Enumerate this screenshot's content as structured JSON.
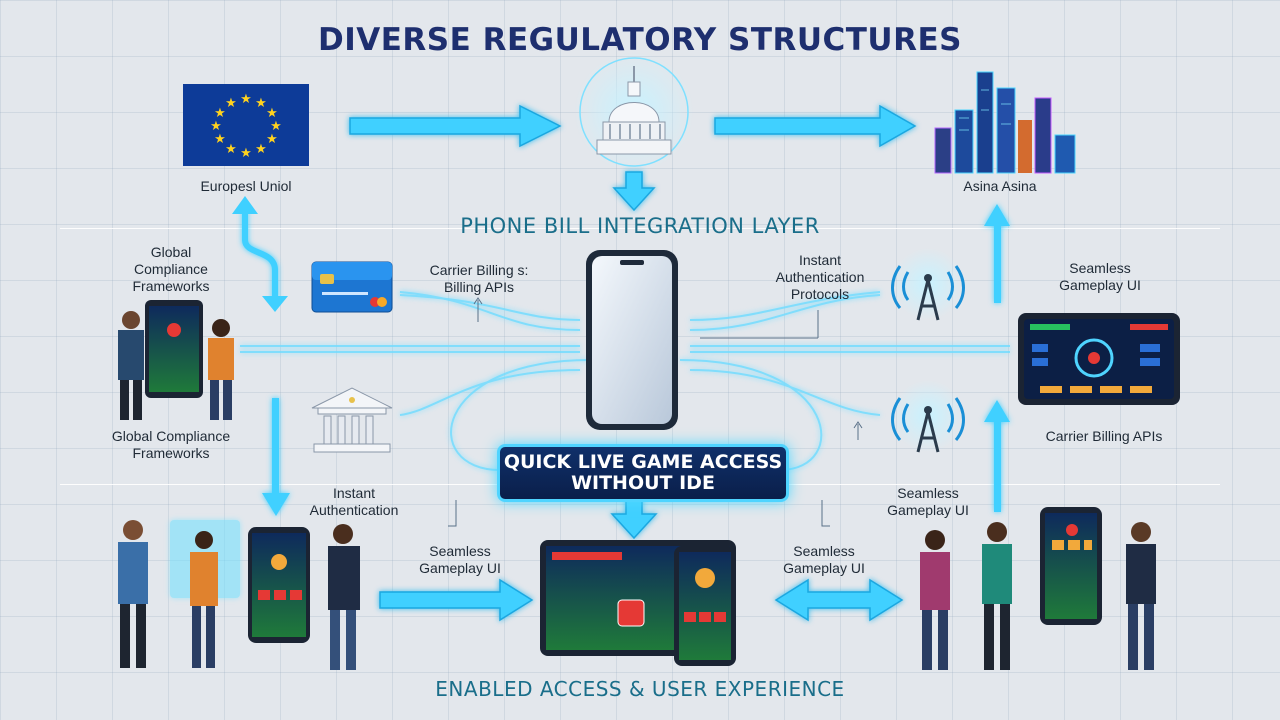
{
  "header": {
    "title": "DIVERSE REGULATORY STRUCTURES",
    "integration_layer": "PHONE BILL INTEGRATION LAYER",
    "footer": "ENABLED ACCESS & USER EXPERIENCE"
  },
  "top_nodes": {
    "eu": "Europesl Uniol",
    "asia": "Asina Asina"
  },
  "left_labels": {
    "global_compliance_top": "Global Compliance Frameworks",
    "global_compliance_bottom": "Global Compliance Frameworks",
    "instant_authentication": "Instant Authentication"
  },
  "center_labels": {
    "carrier_billing": "Carrier Billing s: Billing APIs",
    "instant_auth_protocols": "Instant Authentication Protocols",
    "callout": "QUICK LIVE GAME ACCESS WITHOUT IDE",
    "seamless_left": "Seamless Gameplay UI",
    "seamless_right": "Seamless Gameplay UI"
  },
  "right_labels": {
    "seamless_top": "Seamless Gameplay UI",
    "carrier_billing_apis": "Carrier Billing APIs",
    "seamless_mid": "Seamless Gameplay UI"
  },
  "colors": {
    "accent": "#4fd4ff",
    "title": "#1e2f6f",
    "subtitle": "#1a6e8a",
    "callout_bg": "#0a1f4a"
  }
}
